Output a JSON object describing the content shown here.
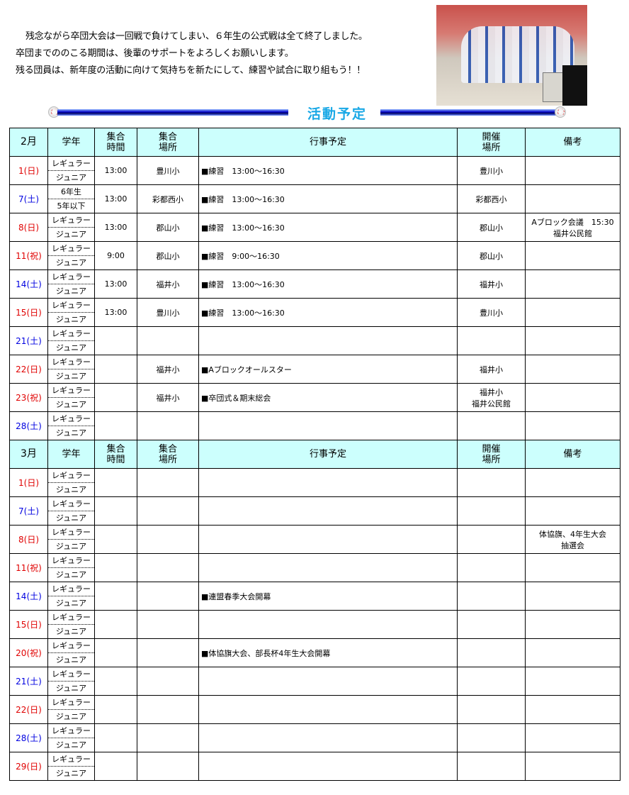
{
  "intro": [
    "残念ながら卒団大会は一回戦で負けてしまい、６年生の公式戦は全て終了しました。",
    "卒団までののこる期間は、後輩のサポートをよろしくお願いします。",
    "残る団員は、新年度の活動に向けて気持ちを新たにして、練習や試合に取り組もう！！"
  ],
  "banner_title": "活動予定",
  "headers": {
    "grade": "学年",
    "time": "集合\n時間",
    "place": "集合\n場所",
    "event": "行事予定",
    "venue": "開催\n場所",
    "note": "備考"
  },
  "colors": {
    "header_bg": "#ccfffd",
    "sunday": "#e00000",
    "saturday": "#0000e0",
    "banner": "#19a8e6"
  },
  "months": [
    {
      "month": "2月",
      "rows": [
        {
          "date": "1(日)",
          "c": "red",
          "g": [
            "レギュラー",
            "ジュニア"
          ],
          "time": "13:00",
          "place": "豊川小",
          "event": "■練習　13:00～16:30",
          "venue": "豊川小",
          "note": ""
        },
        {
          "date": "7(土)",
          "c": "blue",
          "g": [
            "6年生",
            "5年以下"
          ],
          "time": "13:00",
          "place": "彩都西小",
          "event": "■練習　13:00～16:30",
          "venue": "彩都西小",
          "note": ""
        },
        {
          "date": "8(日)",
          "c": "red",
          "g": [
            "レギュラー",
            "ジュニア"
          ],
          "time": "13:00",
          "place": "郡山小",
          "event": "■練習　13:00～16:30",
          "venue": "郡山小",
          "note": "Aブロック会議　15:30\n福井公民館"
        },
        {
          "date": "11(祝)",
          "c": "red",
          "g": [
            "レギュラー",
            "ジュニア"
          ],
          "time": "9:00",
          "place": "郡山小",
          "event": "■練習　9:00～16:30",
          "venue": "郡山小",
          "note": ""
        },
        {
          "date": "14(土)",
          "c": "blue",
          "g": [
            "レギュラー",
            "ジュニア"
          ],
          "time": "13:00",
          "place": "福井小",
          "event": "■練習　13:00～16:30",
          "venue": "福井小",
          "note": ""
        },
        {
          "date": "15(日)",
          "c": "red",
          "g": [
            "レギュラー",
            "ジュニア"
          ],
          "time": "13:00",
          "place": "豊川小",
          "event": "■練習　13:00～16:30",
          "venue": "豊川小",
          "note": ""
        },
        {
          "date": "21(土)",
          "c": "blue",
          "g": [
            "レギュラー",
            "ジュニア"
          ],
          "time": "",
          "place": "",
          "event": "",
          "venue": "",
          "note": ""
        },
        {
          "date": "22(日)",
          "c": "red",
          "g": [
            "レギュラー",
            "ジュニア"
          ],
          "time": "",
          "place": "福井小",
          "event": "■Aブロックオールスター",
          "venue": "福井小",
          "note": ""
        },
        {
          "date": "23(祝)",
          "c": "red",
          "g": [
            "レギュラー",
            "ジュニア"
          ],
          "time": "",
          "place": "福井小",
          "event": "■卒団式＆期末総会",
          "venue": "福井小\n福井公民館",
          "note": ""
        },
        {
          "date": "28(土)",
          "c": "blue",
          "g": [
            "レギュラー",
            "ジュニア"
          ],
          "time": "",
          "place": "",
          "event": "",
          "venue": "",
          "note": ""
        }
      ]
    },
    {
      "month": "3月",
      "rows": [
        {
          "date": "1(日)",
          "c": "red",
          "g": [
            "レギュラー",
            "ジュニア"
          ],
          "time": "",
          "place": "",
          "event": "",
          "venue": "",
          "note": ""
        },
        {
          "date": "7(土)",
          "c": "blue",
          "g": [
            "レギュラー",
            "ジュニア"
          ],
          "time": "",
          "place": "",
          "event": "",
          "venue": "",
          "note": ""
        },
        {
          "date": "8(日)",
          "c": "red",
          "g": [
            "レギュラー",
            "ジュニア"
          ],
          "time": "",
          "place": "",
          "event": "",
          "venue": "",
          "note": "体協旗、4年生大会\n抽選会"
        },
        {
          "date": "11(祝)",
          "c": "red",
          "g": [
            "レギュラー",
            "ジュニア"
          ],
          "time": "",
          "place": "",
          "event": "",
          "venue": "",
          "note": ""
        },
        {
          "date": "14(土)",
          "c": "blue",
          "g": [
            "レギュラー",
            "ジュニア"
          ],
          "time": "",
          "place": "",
          "event": "■連盟春季大会開幕",
          "venue": "",
          "note": ""
        },
        {
          "date": "15(日)",
          "c": "red",
          "g": [
            "レギュラー",
            "ジュニア"
          ],
          "time": "",
          "place": "",
          "event": "",
          "venue": "",
          "note": ""
        },
        {
          "date": "20(祝)",
          "c": "red",
          "g": [
            "レギュラー",
            "ジュニア"
          ],
          "time": "",
          "place": "",
          "event": "■体協旗大会、部長杯4年生大会開幕",
          "venue": "",
          "note": ""
        },
        {
          "date": "21(土)",
          "c": "blue",
          "g": [
            "レギュラー",
            "ジュニア"
          ],
          "time": "",
          "place": "",
          "event": "",
          "venue": "",
          "note": ""
        },
        {
          "date": "22(日)",
          "c": "red",
          "g": [
            "レギュラー",
            "ジュニア"
          ],
          "time": "",
          "place": "",
          "event": "",
          "venue": "",
          "note": ""
        },
        {
          "date": "28(土)",
          "c": "blue",
          "g": [
            "レギュラー",
            "ジュニア"
          ],
          "time": "",
          "place": "",
          "event": "",
          "venue": "",
          "note": ""
        },
        {
          "date": "29(日)",
          "c": "red",
          "g": [
            "レギュラー",
            "ジュニア"
          ],
          "time": "",
          "place": "",
          "event": "",
          "venue": "",
          "note": ""
        }
      ]
    }
  ]
}
